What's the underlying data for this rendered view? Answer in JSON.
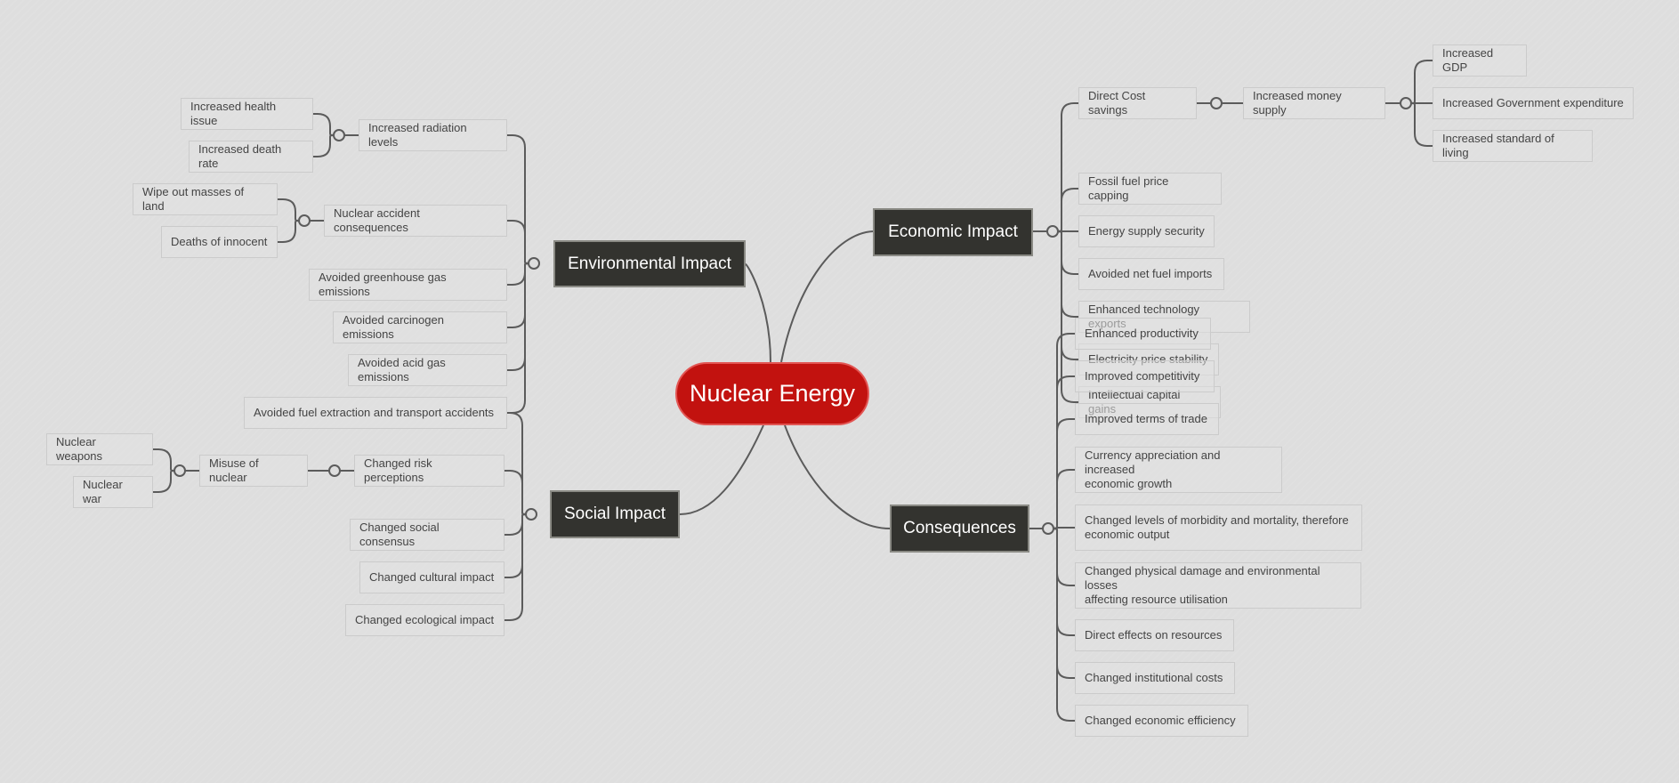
{
  "root": {
    "label": "Nuclear Energy"
  },
  "branches": {
    "environmental": {
      "label": "Environmental Impact",
      "increased_radiation_levels": "Increased radiation levels",
      "increased_health_issue": "Increased health issue",
      "increased_death_rate": "Increased death rate",
      "nuclear_accident_consequences": "Nuclear accident consequences",
      "wipe_out_masses_of_land": "Wipe out masses of land",
      "deaths_of_innocent": "Deaths of innocent",
      "avoided_greenhouse_gas_emissions": "Avoided greenhouse gas emissions",
      "avoided_carcinogen_emissions": "Avoided carcinogen emissions",
      "avoided_acid_gas_emissions": "Avoided acid gas emissions",
      "avoided_fuel_extraction_accidents": "Avoided fuel extraction and transport accidents"
    },
    "social": {
      "label": "Social Impact",
      "changed_risk_perceptions": "Changed risk perceptions",
      "misuse_of_nuclear": "Misuse of nuclear",
      "nuclear_weapons": "Nuclear weapons",
      "nuclear_war": "Nuclear war",
      "changed_social_consensus": "Changed social consensus",
      "changed_cultural_impact": "Changed cultural impact",
      "changed_ecological_impact": "Changed ecological impact"
    },
    "economic": {
      "label": "Economic Impact",
      "direct_cost_savings": "Direct Cost savings",
      "increased_money_supply": "Increased money supply",
      "increased_gdp": "Increased GDP",
      "increased_government_expenditure": "Increased Government expenditure",
      "increased_standard_of_living": "Increased standard of living",
      "fossil_fuel_price_capping": "Fossil fuel price capping",
      "energy_supply_security": "Energy supply security",
      "avoided_net_fuel_imports": "Avoided net fuel imports",
      "enhanced_technology_exports": "Enhanced technology exports",
      "electricity_price_stability": "Electricity price stability",
      "intellectual_capital_gains": "Intellectual capital gains"
    },
    "consequences": {
      "label": "Consequences",
      "enhanced_productivity": "Enhanced productivity",
      "improved_competitivity": "Improved competitivity",
      "improved_terms_of_trade": "Improved terms of trade",
      "currency_appreciation": "Currency appreciation and increased\neconomic growth",
      "changed_morbidity_mortality": "Changed levels of morbidity and mortality, therefore\neconomic output",
      "changed_physical_damage": "Changed physical damage and environmental losses\naffecting resource utilisation",
      "direct_effects_on_resources": "Direct effects on resources",
      "changed_institutional_costs": "Changed institutional costs",
      "changed_economic_efficiency": "Changed economic efficiency"
    }
  },
  "colors": {
    "background": "#dedede",
    "root_fill": "#c2120f",
    "branch_fill": "#33332f",
    "leaf_border": "#cbcbcb",
    "connector": "#5b5b5b"
  }
}
